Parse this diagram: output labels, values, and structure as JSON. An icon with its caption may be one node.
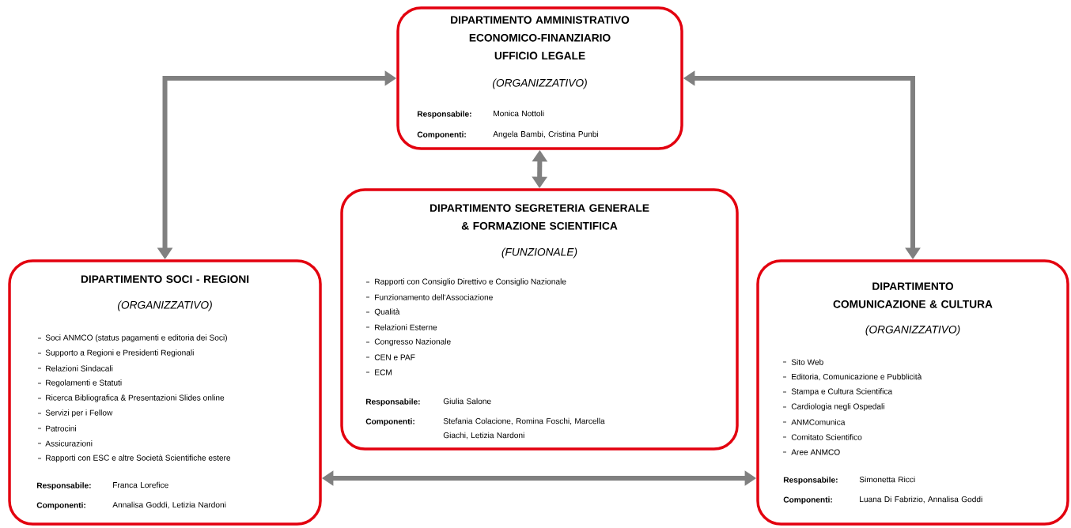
{
  "diagram": {
    "nodes": [
      {
        "text": [
          "DIPARTIMENTO AMMINISTRATIVO ECONOMICO-FINANZIARIO UFFICIO LEGALE",
          "(ORGANIZZATIVO)",
          "Responsabile:",
          "Monica Nottoli",
          "Componenti:",
          "Angela Bambi, Cristina Punbi"
        ]
      },
      {
        "text": [
          "DIPARTIMENTO SEGRETERIA GENERALE & FORMAZIONE SCIENTIFICA",
          "(FUNZIONALE)",
          "Rapporti con Consiglio Direttivo e Consiglio Nazionale",
          "Funzionamento dell'Associazione",
          "Qualità",
          "Relazioni Esterne",
          "Congresso Nazionale",
          "CEN e PAF",
          "ECM",
          "Responsabile:",
          "Giulia Salone",
          "Componenti:",
          "Stefania Colacione, Romina Foschi, Marcella Giachi, Letizia Nardoni"
        ]
      },
      {
        "text": [
          "DIPARTIMENTO SOCI - REGIONI",
          "(ORGANIZZATIVO)",
          "Soci ANMCO (status pagamenti e editoria dei Soci)",
          "Supporto a Regioni e Presidenti Regionali",
          "Relazioni Sindacali",
          "Regolamenti e Statuti",
          "Ricerca Bibliografica & Presentazioni Slides online",
          "Servizi per i Fellow",
          "Patrocini",
          "Assicurazioni",
          "Rapporti con ESC e altre Società Scientifiche estere",
          "Responsabile:",
          "Franca Lorefice",
          "Componenti:",
          "Annalisa Goddi, Letizia Nardoni"
        ]
      },
      {
        "text": [
          "DIPARTIMENTO COMUNICAZIONE & CULTURA",
          "(ORGANIZZATIVO)",
          "Sito Web",
          "Editoria, Comunicazione e Pubblicità",
          "Stampa e Cultura Scientifica",
          "Cardiologia negli Ospedali",
          "ANMComunica",
          "Comitato Scientifico",
          "Aree ANMCO",
          "Responsabile:",
          "Simonetta Ricci",
          "Componenti:",
          "Luana Di Fabrizio, Annalisa Goddi"
        ]
      }
    ],
    "edges": [
      {
        "from": 0,
        "to": 2,
        "arrow": "both"
      },
      {
        "from": 0,
        "to": 3,
        "arrow": "both"
      },
      {
        "from": 0,
        "to": 1,
        "arrow": "both"
      },
      {
        "from": 2,
        "to": 3,
        "arrow": "both"
      }
    ]
  }
}
